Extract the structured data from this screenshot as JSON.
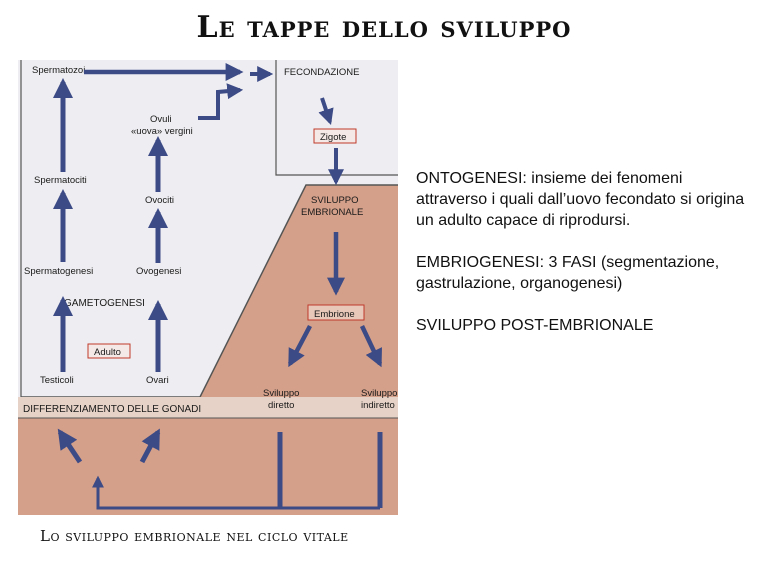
{
  "title": "Le tappe dello sviluppo",
  "caption": "Lo sviluppo embrionale nel ciclo vitale",
  "diagram": {
    "spermatozoi": "Spermatozoi",
    "ovuli_line1": "Ovuli",
    "ovuli_line2": "«uova» vergini",
    "fecondazione": "FECONDAZIONE",
    "zigote": "Zigote",
    "spermatociti": "Spermatociti",
    "ovociti": "Ovociti",
    "sviluppo_embrionale_line1": "SVILUPPO",
    "sviluppo_embrionale_line2": "EMBRIONALE",
    "spermatogenesi": "Spermatogenesi",
    "ovogenesi": "Ovogenesi",
    "gametogenesi": "GAMETOGENESI",
    "embrione": "Embrione",
    "adulto": "Adulto",
    "testicoli": "Testicoli",
    "ovari": "Ovari",
    "sviluppo_diretto_line1": "Sviluppo",
    "sviluppo_diretto_line2": "diretto",
    "sviluppo_indiretto_line1": "Sviluppo",
    "sviluppo_indiretto_line2": "indiretto",
    "differenziamento": "DIFFERENZIAMENTO DELLE GONADI"
  },
  "text": {
    "ontogenesi": "ONTOGENESI: insieme dei fenomeni attraverso i quali dall’uovo fecondato si origina un adulto capace di riprodursi.",
    "embriogenesi": "EMBRIOGENESI: 3 FASI (segmentazione, gastrulazione, organogenesi)",
    "post": "SVILUPPO POST-EMBRIONALE"
  },
  "colors": {
    "arrow": "#3c4a86",
    "shaded": "#d4a08a",
    "light": "#eeeef2",
    "box_border": "#c0392b"
  }
}
